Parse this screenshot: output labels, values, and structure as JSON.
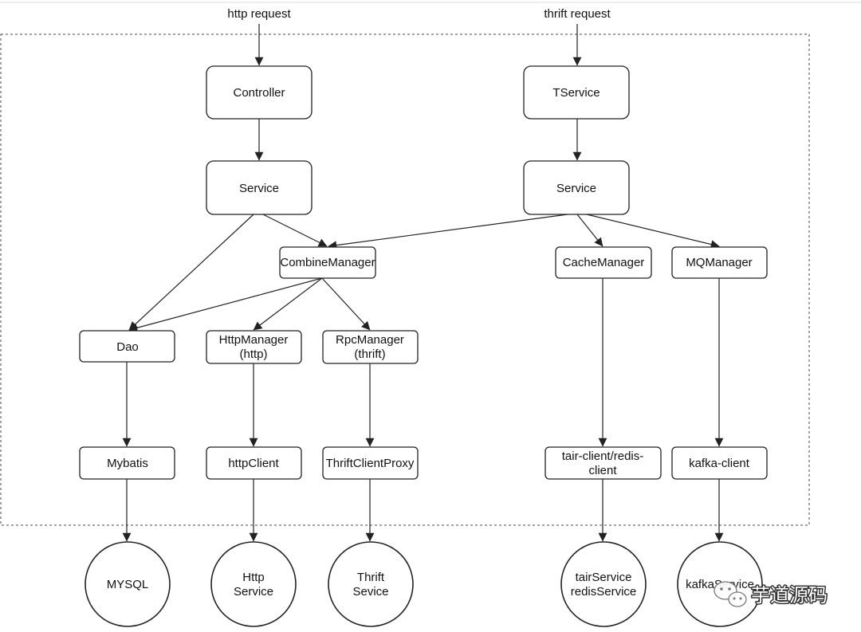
{
  "diagram": {
    "entry_labels": {
      "http": "http request",
      "thrift": "thrift request"
    },
    "nodes": {
      "controller": "Controller",
      "tservice": "TService",
      "service_http": "Service",
      "service_thrift": "Service",
      "combine_manager": "CombineManager",
      "cache_manager": "CacheManager",
      "mq_manager": "MQManager",
      "dao": "Dao",
      "http_manager": [
        "HttpManager",
        "(http)"
      ],
      "rpc_manager": [
        "RpcManager",
        "(thrift)"
      ],
      "mybatis": "Mybatis",
      "http_client": "httpClient",
      "thrift_client_proxy": "ThriftClientProxy",
      "tair_redis_client": [
        "tair-client/redis-",
        "client"
      ],
      "kafka_client": "kafka-client"
    },
    "datastores": {
      "mysql": [
        "MYSQL"
      ],
      "http_service": [
        "Http",
        "Service"
      ],
      "thrift_service": [
        "Thrift",
        "Sevice"
      ],
      "tair_redis_service": [
        "tairService",
        "redisService"
      ],
      "kafka_service": [
        "kafkaService"
      ]
    }
  },
  "watermark": {
    "text": "芋道源码",
    "icon": "wechat-icon"
  }
}
